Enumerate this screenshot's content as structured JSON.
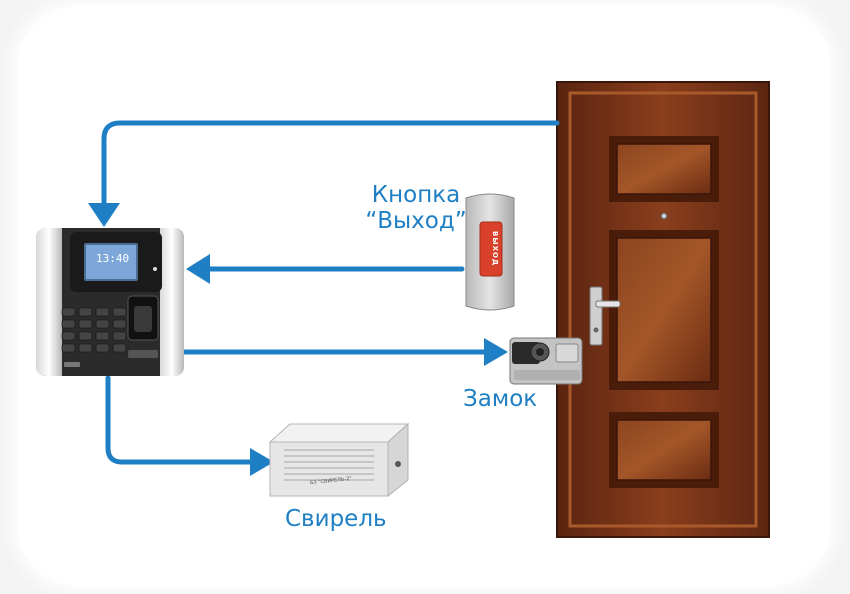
{
  "labels": {
    "exit_button": "Кнопка\n“Выход”",
    "lock": "Замок",
    "siren": "Свирель"
  },
  "device_texts": {
    "terminal_time": "13:40",
    "exit_button_face": "ВЫХОД",
    "siren_plate": "БЗ \"СВИРЕЛЬ-2\""
  },
  "colors": {
    "arrow": "#1e7fc4",
    "door": "#7a3418",
    "exit_button_face": "#d9412b"
  },
  "icons": [
    "biometric-terminal-icon",
    "exit-button-icon",
    "electric-lock-icon",
    "siren-icon",
    "door-icon"
  ]
}
